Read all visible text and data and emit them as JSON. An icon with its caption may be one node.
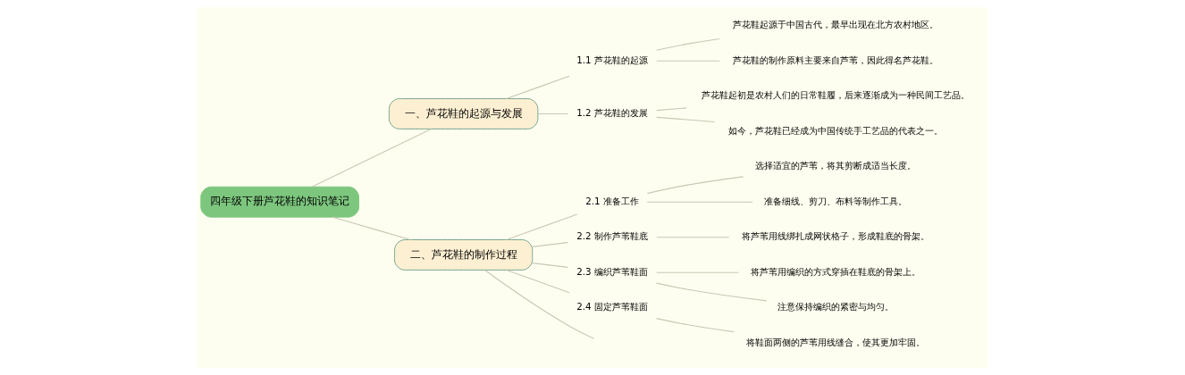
{
  "diagram": {
    "nodes": [
      {
        "text": [
          "四年级下册芦花鞋的知识笔记"
        ]
      },
      {
        "text": [
          "一、芦花鞋的起源与发展"
        ]
      },
      {
        "text": [
          "1.1 芦花鞋的起源"
        ]
      },
      {
        "text": [
          "芦花鞋起源于中国古代，最早出现在北方农村地区。"
        ]
      },
      {
        "text": [
          "芦花鞋的制作原料主要来自芦苇，因此得名芦花鞋。"
        ]
      },
      {
        "text": [
          "1.2 芦花鞋的发展"
        ]
      },
      {
        "text": [
          "芦花鞋起初是农村人们的日常鞋履，后来逐渐成为一种民间工艺品。"
        ]
      },
      {
        "text": [
          "如今，芦花鞋已经成为中国传统手工艺品的代表之一。"
        ]
      },
      {
        "text": [
          "二、芦花鞋的制作过程"
        ]
      },
      {
        "text": [
          "2.1 准备工作"
        ]
      },
      {
        "text": [
          "选择适宜的芦苇，将其剪断成适当长度。"
        ]
      },
      {
        "text": [
          "准备细线、剪刀、布料等制作工具。"
        ]
      },
      {
        "text": [
          "2.2 制作芦苇鞋底"
        ]
      },
      {
        "text": [
          "将芦苇用线绑扎成网状格子，形成鞋底的骨架。"
        ]
      },
      {
        "text": [
          "2.3 编织芦苇鞋面"
        ]
      },
      {
        "text": [
          "将芦苇用编织的方式穿插在鞋底的骨架上。"
        ]
      },
      {
        "text": [
          "注意保持编织的紧密与均匀。"
        ]
      },
      {
        "text": [
          "2.4 固定芦苇鞋面"
        ]
      },
      {
        "text": [
          "将鞋面两侧的芦苇用线缝合，使其更加牢固。"
        ]
      }
    ],
    "edges": [
      {
        "from": 0,
        "to": 1,
        "arrow": "none"
      },
      {
        "from": 1,
        "to": 2,
        "arrow": "none"
      },
      {
        "from": 2,
        "to": 3,
        "arrow": "none"
      },
      {
        "from": 2,
        "to": 4,
        "arrow": "none"
      },
      {
        "from": 1,
        "to": 5,
        "arrow": "none"
      },
      {
        "from": 5,
        "to": 6,
        "arrow": "none"
      },
      {
        "from": 5,
        "to": 7,
        "arrow": "none"
      },
      {
        "from": 0,
        "to": 8,
        "arrow": "none"
      },
      {
        "from": 8,
        "to": 9,
        "arrow": "none"
      },
      {
        "from": 9,
        "to": 10,
        "arrow": "none"
      },
      {
        "from": 9,
        "to": 11,
        "arrow": "none"
      },
      {
        "from": 8,
        "to": 12,
        "arrow": "none"
      },
      {
        "from": 12,
        "to": 13,
        "arrow": "none"
      },
      {
        "from": 8,
        "to": 14,
        "arrow": "none"
      },
      {
        "from": 14,
        "to": 15,
        "arrow": "none"
      },
      {
        "from": 14,
        "to": 16,
        "arrow": "none"
      },
      {
        "from": 8,
        "to": 17,
        "arrow": "none"
      },
      {
        "from": 17,
        "to": 18,
        "arrow": "none"
      },
      {
        "from": 8,
        "to": null,
        "arrow": "none"
      }
    ]
  }
}
